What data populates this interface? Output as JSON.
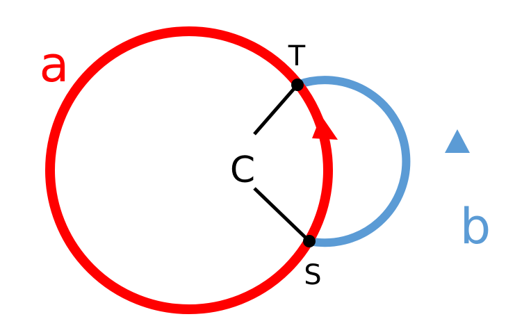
{
  "labels": {
    "circle_a": "a",
    "circle_b": "b",
    "center": "C",
    "point_t": "T",
    "point_s": "S"
  },
  "colors": {
    "circle_a": "#ff0000",
    "circle_b": "#5b9bd5",
    "segments": "#000000",
    "points": "#000000"
  }
}
